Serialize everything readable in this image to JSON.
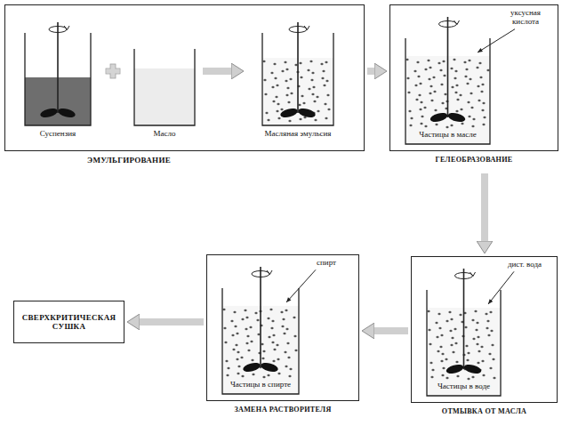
{
  "diagram": {
    "nodes": [
      {
        "text": [
          "ЭМУЛЬГИРОВАНИЕ"
        ]
      },
      {
        "text": [
          "Суспензия"
        ],
        "in": 0
      },
      {
        "text": [
          "Масло"
        ],
        "in": 0
      },
      {
        "text": [
          "Масляная эмульсия"
        ],
        "in": 0
      },
      {
        "text": [
          "уксусная кислота",
          "Частицы в масле",
          "ГЕЛЕОБРАЗОВАНИЕ"
        ]
      },
      {
        "text": [
          "дист. вода",
          "Частицы в воде",
          "ОТМЫВКА ОТ МАСЛА"
        ]
      },
      {
        "text": [
          "спирт",
          "Частицы в спирте",
          "ЗАМЕНА РАСТВОРИТЕЛЯ"
        ]
      },
      {
        "text": [
          "СВЕРХКРИТИЧЕСКАЯ СУШКА"
        ]
      }
    ],
    "edges": [
      {
        "from": 2,
        "to": 3,
        "arrow": "to"
      },
      {
        "from": 0,
        "to": 4,
        "arrow": "to"
      },
      {
        "from": 4,
        "to": 5,
        "arrow": "to"
      },
      {
        "from": 5,
        "to": 6,
        "arrow": "to"
      },
      {
        "from": 6,
        "to": 7,
        "arrow": "to"
      }
    ]
  }
}
